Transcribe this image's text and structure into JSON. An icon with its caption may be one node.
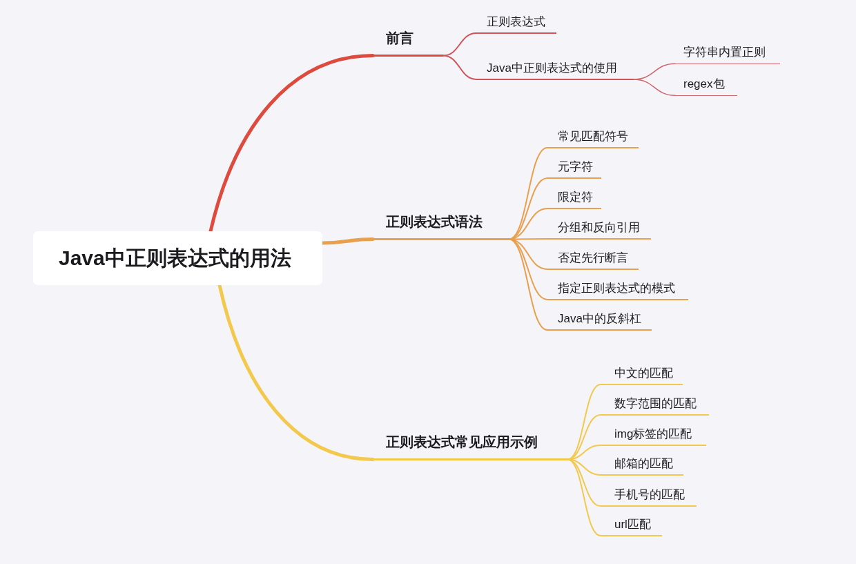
{
  "diagram": {
    "nodes": [
      {
        "text": [
          "Java中正则表达式的用法"
        ]
      },
      {
        "text": [
          "前言"
        ]
      },
      {
        "text": [
          "正则表达式"
        ]
      },
      {
        "text": [
          "Java中正则表达式的使用"
        ]
      },
      {
        "text": [
          "字符串内置正则"
        ]
      },
      {
        "text": [
          "regex包"
        ]
      },
      {
        "text": [
          "正则表达式语法"
        ]
      },
      {
        "text": [
          "常见匹配符号"
        ]
      },
      {
        "text": [
          "元字符"
        ]
      },
      {
        "text": [
          "限定符"
        ]
      },
      {
        "text": [
          "分组和反向引用"
        ]
      },
      {
        "text": [
          "否定先行断言"
        ]
      },
      {
        "text": [
          "指定正则表达式的模式"
        ]
      },
      {
        "text": [
          "Java中的反斜杠"
        ]
      },
      {
        "text": [
          "正则表达式常见应用示例"
        ]
      },
      {
        "text": [
          "中文的匹配"
        ]
      },
      {
        "text": [
          "数字范围的匹配"
        ]
      },
      {
        "text": [
          "img标签的匹配"
        ]
      },
      {
        "text": [
          "邮箱的匹配"
        ]
      },
      {
        "text": [
          "手机号的匹配"
        ]
      },
      {
        "text": [
          "url匹配"
        ]
      }
    ],
    "edges": [
      {
        "from": 0,
        "to": 1,
        "arrow": "none",
        "style": "thick",
        "color": "#dd4b3f"
      },
      {
        "from": 1,
        "to": 2,
        "arrow": "none",
        "color": "#d2525a"
      },
      {
        "from": 1,
        "to": 3,
        "arrow": "none",
        "color": "#d2525a"
      },
      {
        "from": 3,
        "to": 4,
        "arrow": "none",
        "color": "#cf666c"
      },
      {
        "from": 3,
        "to": 5,
        "arrow": "none",
        "color": "#cf666c"
      },
      {
        "from": 0,
        "to": 6,
        "arrow": "none",
        "style": "thick"
      },
      {
        "from": 6,
        "to": 7,
        "arrow": "none"
      },
      {
        "from": 6,
        "to": 8,
        "arrow": "none"
      },
      {
        "from": 6,
        "to": 9,
        "arrow": "none"
      },
      {
        "from": 6,
        "to": 10,
        "arrow": "none"
      },
      {
        "from": 6,
        "to": 11,
        "arrow": "none"
      },
      {
        "from": 6,
        "to": 12,
        "arrow": "none"
      },
      {
        "from": 6,
        "to": 13,
        "arrow": "none"
      },
      {
        "from": 0,
        "to": 14,
        "arrow": "none",
        "style": "thick",
        "color": "#f2c94c"
      },
      {
        "from": 14,
        "to": 15,
        "arrow": "none",
        "color": "#f2c94c"
      },
      {
        "from": 14,
        "to": 16,
        "arrow": "none",
        "color": "#f2c94c"
      },
      {
        "from": 14,
        "to": 17,
        "arrow": "none",
        "color": "#f2c94c"
      },
      {
        "from": 14,
        "to": 18,
        "arrow": "none",
        "color": "#f2c94c"
      },
      {
        "from": 14,
        "to": 19,
        "arrow": "none",
        "color": "#f2c94c"
      },
      {
        "from": 14,
        "to": 20,
        "arrow": "none",
        "color": "#f2c94c"
      }
    ]
  }
}
